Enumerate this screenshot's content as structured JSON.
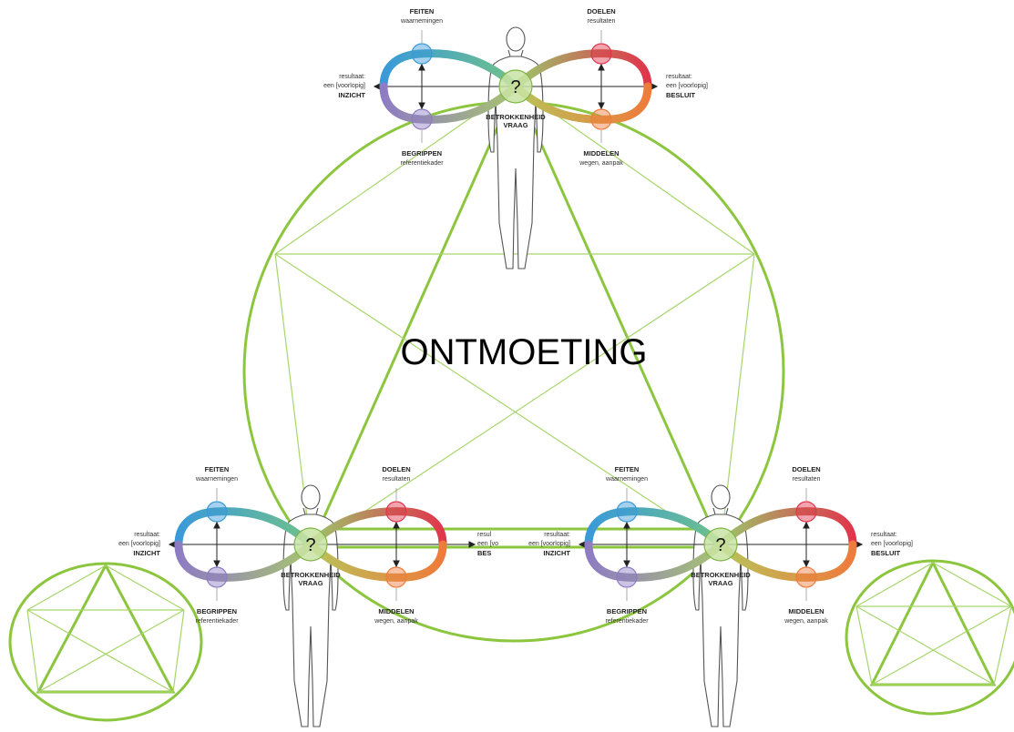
{
  "center_title": "ONTMOETING",
  "labels": {
    "feiten": "FEITEN",
    "waarnemingen": "waarnemingen",
    "doelen": "DOELEN",
    "resultaten": "resultaten",
    "begrippen": "BEGRIPPEN",
    "referentiekader": "referentiekader",
    "middelen": "MIDDELEN",
    "wegen_aanpak": "wegen, aanpak",
    "betrokkenheid": "BETROKKENHEID",
    "vraag": "VRAAG",
    "question_mark": "?",
    "resultaat": "resultaat:",
    "een_voorlopig": "een [voorlopig]",
    "inzicht": "INZICHT",
    "besluit": "BESLUIT",
    "resultaat_cut": "resul",
    "een_cut": "een [vo",
    "besluit_cut": "BES"
  },
  "colors": {
    "green": "#8cc63f",
    "blue": "#3a9ad9",
    "purple": "#8e7cc3",
    "red": "#e0364b",
    "orange": "#ef7b3b"
  }
}
